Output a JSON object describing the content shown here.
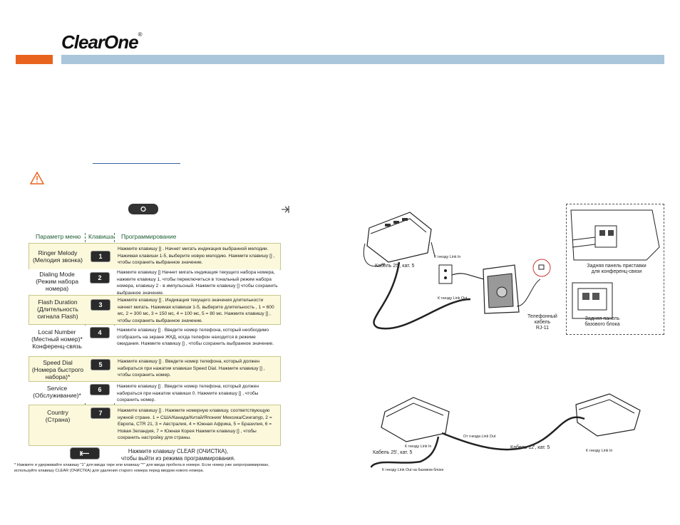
{
  "brand": {
    "name": "ClearOne",
    "reg": "®"
  },
  "table_header": {
    "param": "Параметр меню",
    "key": "Клавиша",
    "prog": "Программирование"
  },
  "rows": [
    {
      "param": "Ringer Melody\n(Мелодия звонка)",
      "key": "1",
      "desc": "Нажмите клавишу [] . Начнет мигать индикация выбранной мелодии. Нажимая клавиши 1-5, выберите новую мелодию. Нажмите клавишу [] , чтобы сохранить выбранное значение."
    },
    {
      "param": "Dialing Mode\n(Режим набора\nномера)",
      "key": "2",
      "desc": "Нажмите клавишу [] Начнет мигать индикация текущего набора номера, нажмите клавишу 1, чтобы переключиться в тональный режим набора номера, клавишу 2 - в импульсный. Нажмите клавишу [] чтобы сохранить выбранное значение."
    },
    {
      "param": "Flash Duration\n(Длительность\nсигнала Flash)",
      "key": "3",
      "desc": "Нажмите клавишу [] . Индикация текущего значения длительности начнет мигать. Нажимая клавиши 1-5, выберите длительность , 1 = 600 мс, 2 = 300 мс, 3 = 150 мс, 4 = 100 мс, 5 = 80 мс. Нажмите клавишу [] , чтобы сохранить выбранное значение."
    },
    {
      "param": "Local Number\n(Местный номер)*\nКонференц-связь",
      "key": "4",
      "desc": "Нажмите клавишу [] . Введите номер телефона, который необходимо отобразить на экране ЖКД, когда телефон находится в режиме ожидания. Нажмите клавишу [] , чтобы сохранить выбранное значение."
    },
    {
      "param": "Speed Dial\n(Номера быстрого\nнабора)*",
      "key": "5",
      "desc": "Нажмите клавишу [] . Введите номер телефона, который должен набираться при нажатии клавиши Speed Dial. Нажмите клавишу [] , чтобы сохранить номер."
    },
    {
      "param": "Service\n(Обслуживание)*",
      "key": "6",
      "desc": "Нажмите клавишу [] . Введите номер телефона, который должен набираться при нажатии клавиши 0. Нажмите клавишу [] , чтобы сохранить номер."
    },
    {
      "param": "Country\n(Страна)",
      "key": "7",
      "desc": "Нажмите клавишу [] . Нажмите номерную клавишу, соответствующую нужной стране. 1 = США/Канада/Китай/Япония/ Мексика/Сингапур, 2 = Европа, CTR 21, 3 = Австралия, 4 = Южная Африка, 5 = Бразилия, 6 = Новая Зеландия, 7 = Южная Корея Нажмите клавишу [] , чтобы сохранить настройку для страны."
    }
  ],
  "clear": {
    "text": "Нажмите клавишу CLEAR (ОЧИСТКА),\nчтобы выйти из режима программирования."
  },
  "footnote": "* Нажмите и удерживайте клавишу \"1\" для ввода тире или клавишу \"*\" для ввода пробела в номере. Если номер уже запрограммирован, используйте клавишу CLEAR (ОЧИСТКА) для удаления старого номера перед вводом нового номера.",
  "diagram1": {
    "link_in": "К гнезду Link In",
    "cable25": "Кабель 25', кат. 5",
    "link_out": "К гнезду Link Out",
    "phone_cable": "Телефонный\nкабель\nRJ-11",
    "rear_adapter": "Задняя панель приставки\nдля конференц-связи",
    "rear_base": "Задняя панель\nбазового блока"
  },
  "diagram2": {
    "link_out_from": "От гнезда Link Out",
    "link_in_left": "К гнезду Link In",
    "cable12": "Кабель 12', кат. 5",
    "link_in_right": "К гнезду Link In",
    "cable25": "Кабель 25', кат. 5",
    "link_out_base": "К гнезду Link Out на базовом блоке"
  },
  "colors": {
    "orange": "#e8641e",
    "blue_bar": "#a9c6da",
    "header_green": "#1a5c2e",
    "row_yellow": "#fbf8dc"
  }
}
